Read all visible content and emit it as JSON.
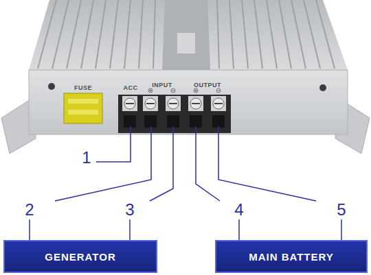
{
  "diagram": {
    "nodes": [
      {
        "text": [
          "GENERATOR"
        ]
      },
      {
        "text": [
          "MAIN BATTERY"
        ]
      }
    ],
    "labels": [
      "FUSE",
      "ACC",
      "INPUT",
      "OUTPUT",
      "1",
      "2",
      "3",
      "4",
      "5"
    ]
  }
}
